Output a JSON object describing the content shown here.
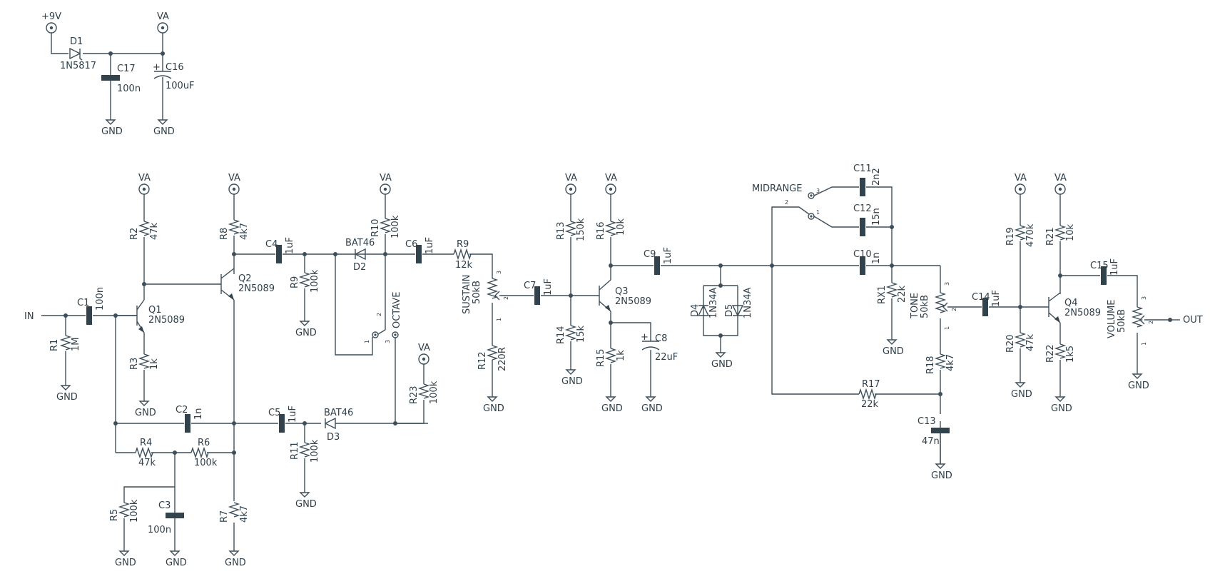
{
  "colors": {
    "wire": "#3d4f5b",
    "text": "#2f3f4a",
    "background": "#ffffff"
  },
  "rails": {
    "v9": "+9V",
    "va": "VA",
    "gnd": "GND"
  },
  "ports": {
    "in": "IN",
    "out": "OUT"
  },
  "components": {
    "D1": {
      "ref": "D1",
      "value": "1N5817"
    },
    "C17": {
      "ref": "C17",
      "value": "100n"
    },
    "C16": {
      "ref": "C16",
      "value": "100uF"
    },
    "C1": {
      "ref": "C1",
      "value": "100n"
    },
    "R1": {
      "ref": "R1",
      "value": "1M"
    },
    "R2": {
      "ref": "R2",
      "value": "47k"
    },
    "R3": {
      "ref": "R3",
      "value": "1k"
    },
    "Q1": {
      "ref": "Q1",
      "value": "2N5089"
    },
    "R8": {
      "ref": "R8",
      "value": "4k7"
    },
    "Q2": {
      "ref": "Q2",
      "value": "2N5089"
    },
    "C2": {
      "ref": "C2",
      "value": "1n"
    },
    "R4": {
      "ref": "R4",
      "value": "47k"
    },
    "R6": {
      "ref": "R6",
      "value": "100k"
    },
    "R5": {
      "ref": "R5",
      "value": "100k"
    },
    "C3": {
      "ref": "C3",
      "value": "100n"
    },
    "R7": {
      "ref": "R7",
      "value": "4k7"
    },
    "C4": {
      "ref": "C4",
      "value": "1uF"
    },
    "R9a": {
      "ref": "R9",
      "value": "100k"
    },
    "D2": {
      "ref": "D2",
      "value": "BAT46"
    },
    "R10": {
      "ref": "R10",
      "value": "100k"
    },
    "C5": {
      "ref": "C5",
      "value": "1uF"
    },
    "R11": {
      "ref": "R11",
      "value": "100k"
    },
    "D3": {
      "ref": "D3",
      "value": "BAT46"
    },
    "R23": {
      "ref": "R23",
      "value": "100k"
    },
    "C6": {
      "ref": "C6",
      "value": "1uF"
    },
    "R9b": {
      "ref": "R9",
      "value": "12k"
    },
    "SUSTAIN": {
      "ref": "SUSTAIN",
      "value": "50kB"
    },
    "R12": {
      "ref": "R12",
      "value": "220R"
    },
    "C7": {
      "ref": "C7",
      "value": "1uF"
    },
    "R13": {
      "ref": "R13",
      "value": "150k"
    },
    "R14": {
      "ref": "R14",
      "value": "15k"
    },
    "R16": {
      "ref": "R16",
      "value": "10k"
    },
    "Q3": {
      "ref": "Q3",
      "value": "2N5089"
    },
    "R15": {
      "ref": "R15",
      "value": "1k"
    },
    "C8": {
      "ref": "C8",
      "value": "22uF"
    },
    "C9": {
      "ref": "C9",
      "value": "1uF"
    },
    "D4": {
      "ref": "D4",
      "value": "1N34A"
    },
    "D5": {
      "ref": "D5",
      "value": "1N34A"
    },
    "C11": {
      "ref": "C11",
      "value": "2n2"
    },
    "C12": {
      "ref": "C12",
      "value": "15n"
    },
    "C10": {
      "ref": "C10",
      "value": "1n"
    },
    "RX1": {
      "ref": "RX1",
      "value": "22k"
    },
    "R17": {
      "ref": "R17",
      "value": "22k"
    },
    "TONE": {
      "ref": "TONE",
      "value": "50kB"
    },
    "R18": {
      "ref": "R18",
      "value": "4k7"
    },
    "C13": {
      "ref": "C13",
      "value": "47n"
    },
    "C14": {
      "ref": "C14",
      "value": "1uF"
    },
    "R19": {
      "ref": "R19",
      "value": "470k"
    },
    "R20": {
      "ref": "R20",
      "value": "47k"
    },
    "R21": {
      "ref": "R21",
      "value": "10k"
    },
    "Q4": {
      "ref": "Q4",
      "value": "2N5089"
    },
    "R22": {
      "ref": "R22",
      "value": "1k5"
    },
    "C15": {
      "ref": "C15",
      "value": "1uF"
    },
    "VOLUME": {
      "ref": "VOLUME",
      "value": "50kB"
    }
  },
  "switches": {
    "octave": "OCTAVE",
    "midrange": "MIDRANGE"
  },
  "pins": {
    "p1": "1",
    "p2": "2",
    "p3": "3"
  }
}
